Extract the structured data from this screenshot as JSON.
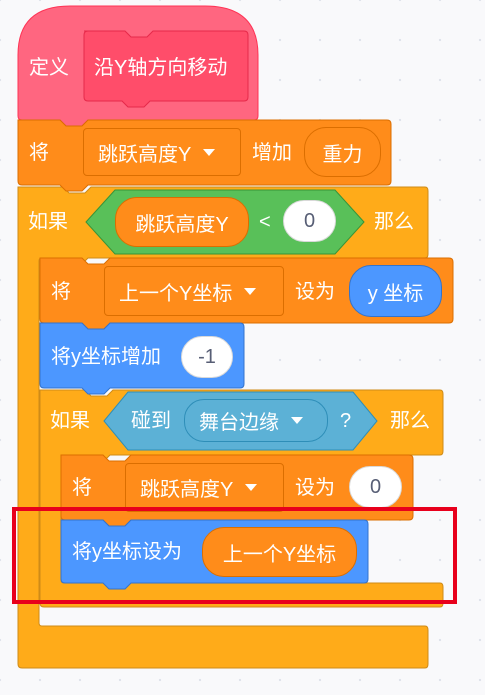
{
  "define_block": {
    "define_label": "定义",
    "proc_name": "沿Y轴方向移动"
  },
  "change_jump": {
    "set_label": "将",
    "var_name": "跳跃高度Y",
    "change_label": "增加",
    "value_reporter": "重力"
  },
  "if_outer": {
    "if_label": "如果",
    "var_reporter": "跳跃高度Y",
    "operator": "<",
    "compare_value": "0",
    "then_label": "那么"
  },
  "set_prev_y": {
    "set_label": "将",
    "var_name": "上一个Y坐标",
    "to_label": "设为",
    "value_reporter": "y 坐标"
  },
  "change_y": {
    "label": "将y坐标增加",
    "value": "-1"
  },
  "if_inner": {
    "if_label": "如果",
    "touching_label": "碰到",
    "touching_target": "舞台边缘",
    "question_mark": "?",
    "then_label": "那么"
  },
  "set_jump_zero": {
    "set_label": "将",
    "var_name": "跳跃高度Y",
    "to_label": "设为",
    "value": "0"
  },
  "set_y": {
    "label": "将y坐标设为",
    "value_reporter": "上一个Y坐标"
  },
  "colors": {
    "more_blocks": "#ff6680",
    "variables": "#ff8c1a",
    "control": "#ffab19",
    "operators": "#59c059",
    "motion": "#4c97ff",
    "sensing": "#5cb1d6",
    "highlight": "#e8001c"
  }
}
